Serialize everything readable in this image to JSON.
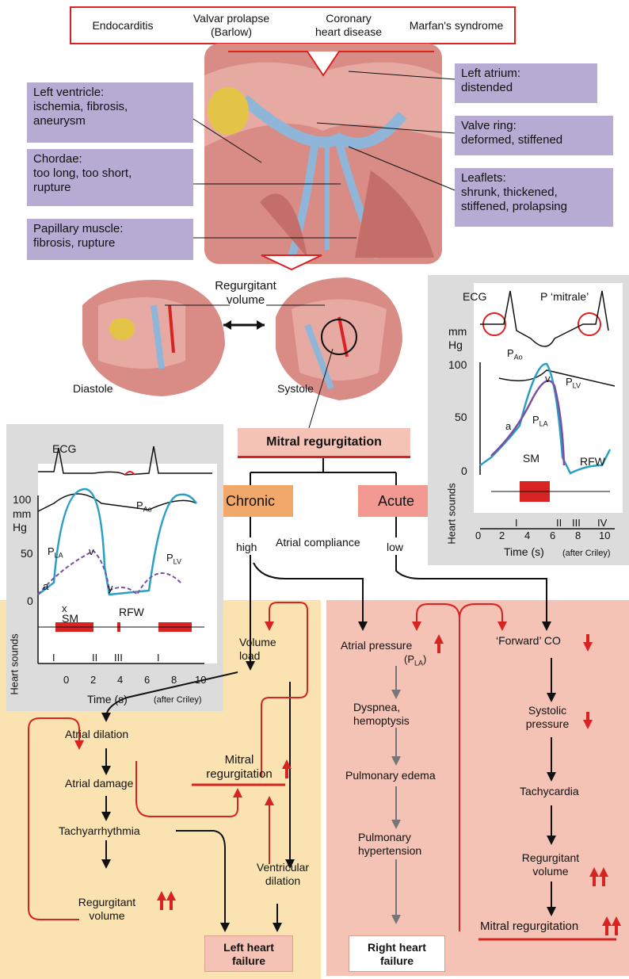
{
  "causes": [
    "Endocarditis",
    "Valvar prolapse\n(Barlow)",
    "Coronary\nheart disease",
    "Marfan's syndrome"
  ],
  "left_labels": {
    "lv": "Left ventricle:\nischemia, fibrosis,\naneurysm",
    "chordae": "Chordae:\ntoo long, too short,\nrupture",
    "papillary": "Papillary muscle:\nfibrosis, rupture"
  },
  "right_labels": {
    "atrium": "Left atrium:\ndistended",
    "ring": "Valve ring:\ndeformed, stiffened",
    "leaflets": "Leaflets:\nshrunk, thickened,\nstiffened, prolapsing"
  },
  "middle": {
    "regurgitant_volume": "Regurgitant\nvolume",
    "diastole": "Diastole",
    "systole": "Systole",
    "mitral_regurgitation": "Mitral regurgitation"
  },
  "branches": {
    "chronic": "Chronic",
    "acute": "Acute",
    "high": "high",
    "low": "low",
    "atrial_compliance": "Atrial compliance"
  },
  "chronic_flow": {
    "volume_load": "Volume\nload",
    "atrial_dilation": "Atrial dilation",
    "atrial_damage": "Atrial damage",
    "tachyarrhythmia": "Tachyarrhythmia",
    "regurgitant_volume": "Regurgitant\nvolume",
    "mitral_regurgitation": "Mitral\nregurgitation",
    "ventricular_dilation": "Ventricular\ndilation",
    "left_heart_failure": "Left heart\nfailure"
  },
  "acute_flow": {
    "atrial_pressure": "Atrial pressure",
    "pla": "(P",
    "pla_sub": "LA",
    "dyspnea": "Dyspnea,\nhemoptysis",
    "pulmonary_edema": "Pulmonary edema",
    "pulmonary_hypertension": "Pulmonary\nhypertension",
    "right_heart_failure": "Right heart\nfailure",
    "forward_co": "‘Forward’ CO",
    "systolic_pressure": "Systolic\npressure",
    "tachycardia": "Tachycardia",
    "regurgitant_volume": "Regurgitant\nvolume",
    "mitral_regurgitation": "Mitral regurgitation"
  },
  "chart_left": {
    "ecg": "ECG",
    "mmhg": "mm\nHg",
    "y_ticks": [
      "100",
      "50",
      "0"
    ],
    "x_ticks": [
      "0",
      "2",
      "4",
      "6",
      "8",
      "10"
    ],
    "xlabel": "Time (s)",
    "credit": "(after Criley)",
    "heart_sounds": "Heart sounds",
    "pao": "P",
    "pao_sub": "Ao",
    "pla": "P",
    "pla_sub": "LA",
    "plv": "P",
    "plv_sub": "LV",
    "a": "a",
    "v": "v",
    "x": "x",
    "y": "y",
    "rfw": "RFW",
    "sm": "SM",
    "sounds": [
      "I",
      "II",
      "III",
      "I"
    ]
  },
  "chart_right": {
    "ecg": "ECG",
    "p_mitrale": "P ‘mitrale’",
    "mmhg": "mm\nHg",
    "y_ticks": [
      "100",
      "50",
      "0"
    ],
    "x_ticks": [
      "0",
      "2",
      "4",
      "6",
      "8",
      "10"
    ],
    "xlabel": "Time (s)",
    "credit": "(after Criley)",
    "heart_sounds": "Heart sounds",
    "pao": "P",
    "pao_sub": "Ao",
    "pla": "P",
    "pla_sub": "LA",
    "plv": "P",
    "plv_sub": "LV",
    "a": "a",
    "v": "v",
    "rfw": "RFW",
    "sm": "SM",
    "sounds": [
      "I",
      "II",
      "III",
      "IV"
    ]
  },
  "colors": {
    "lavender": "#b7abd4",
    "chronic_bg": "#fbe3b1",
    "acute_bg": "#f4c3b6",
    "chronic_label": "#f2a86a",
    "acute_label": "#f29a92",
    "red": "#d81e1e",
    "blue_curve": "#2a9fc4",
    "purple_curve": "#7b4ea3",
    "panel": "#dcdcdc"
  }
}
